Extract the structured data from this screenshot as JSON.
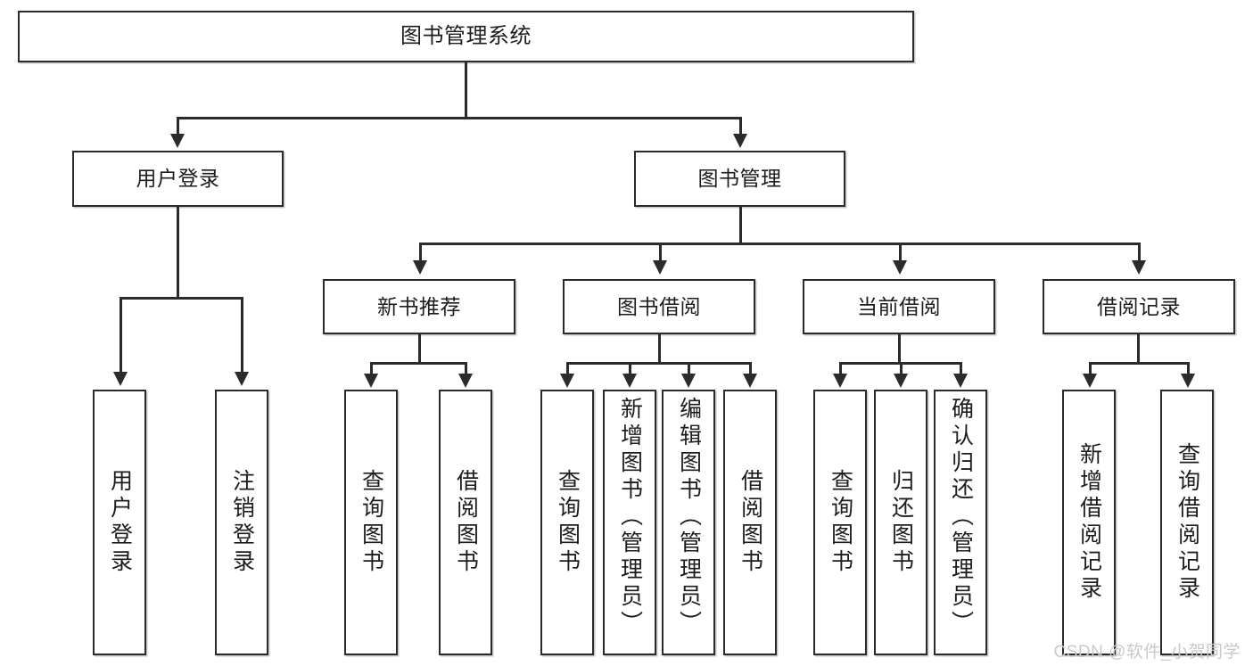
{
  "diagram": {
    "type": "tree-hierarchy-chart",
    "title": "图书管理系统",
    "root": {
      "id": "root",
      "label": "图书管理系统",
      "orientation": "horizontal"
    },
    "level2": [
      {
        "id": "user-login",
        "label": "用户登录",
        "orientation": "horizontal"
      },
      {
        "id": "book-management",
        "label": "图书管理",
        "orientation": "horizontal"
      }
    ],
    "level3": [
      {
        "id": "new-book-recommend",
        "label": "新书推荐",
        "orientation": "horizontal",
        "parent": "book-management"
      },
      {
        "id": "book-borrow",
        "label": "图书借阅",
        "orientation": "horizontal",
        "parent": "book-management"
      },
      {
        "id": "current-borrow",
        "label": "当前借阅",
        "orientation": "horizontal",
        "parent": "book-management"
      },
      {
        "id": "borrow-record",
        "label": "借阅记录",
        "orientation": "horizontal",
        "parent": "book-management"
      }
    ],
    "leaves": {
      "user_login": [
        {
          "id": "leaf-user-login",
          "label": "用户登录"
        },
        {
          "id": "leaf-logout",
          "label": "注销登录"
        }
      ],
      "new_book_recommend": [
        {
          "id": "leaf-query-book-1",
          "label": "查询图书"
        },
        {
          "id": "leaf-borrow-book-1",
          "label": "借阅图书"
        }
      ],
      "book_borrow": [
        {
          "id": "leaf-query-book-2",
          "label": "查询图书"
        },
        {
          "id": "leaf-add-book",
          "label": "新增图书（管理员）"
        },
        {
          "id": "leaf-edit-book",
          "label": "编辑图书（管理员）"
        },
        {
          "id": "leaf-borrow-book-2",
          "label": "借阅图书"
        }
      ],
      "current_borrow": [
        {
          "id": "leaf-query-book-3",
          "label": "查询图书"
        },
        {
          "id": "leaf-return-book",
          "label": "归还图书"
        },
        {
          "id": "leaf-confirm-return",
          "label": "确认归还（管理员）"
        }
      ],
      "borrow_record": [
        {
          "id": "leaf-add-record",
          "label": "新增借阅记录"
        },
        {
          "id": "leaf-query-record",
          "label": "查询借阅记录"
        }
      ]
    },
    "colors": {
      "stroke": "#2b2b2b",
      "fill": "#ffffff",
      "text": "#1d1d1d",
      "watermark": "#c9c9c9"
    }
  },
  "watermark": {
    "text": "CSDN @软件_小贺同学"
  }
}
